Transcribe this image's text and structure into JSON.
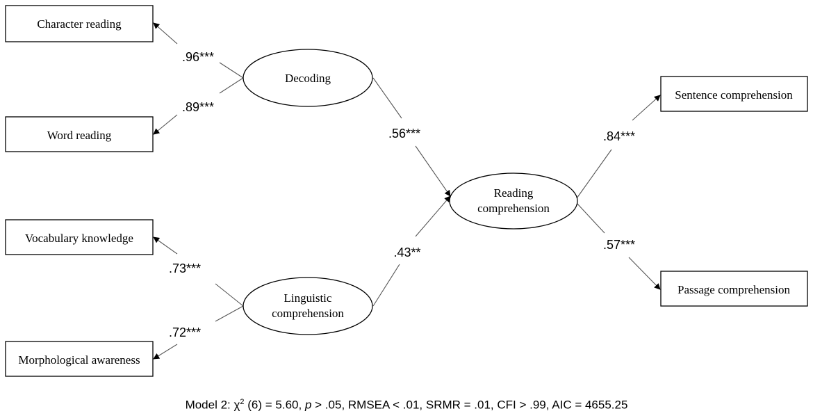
{
  "indicators": {
    "character_reading": "Character reading",
    "word_reading": "Word reading",
    "vocabulary_knowledge": "Vocabulary knowledge",
    "morphological_awareness": "Morphological awareness",
    "sentence_comprehension": "Sentence comprehension",
    "passage_comprehension": "Passage comprehension"
  },
  "latents": {
    "decoding": "Decoding",
    "linguistic_line1": "Linguistic",
    "linguistic_line2": "comprehension",
    "reading_line1": "Reading",
    "reading_line2": "comprehension"
  },
  "coefficients": {
    "decoding_character": ".96***",
    "decoding_word": ".89***",
    "linguistic_vocabulary": ".73***",
    "linguistic_morphological": ".72***",
    "decoding_reading": ".56***",
    "linguistic_reading": ".43**",
    "reading_sentence": ".84***",
    "reading_passage": ".57***"
  },
  "fit": {
    "prefix": "Model 2: χ",
    "sup": "2",
    "df": " (6) = 5.60, ",
    "p": "p",
    "rest": " > .05, RMSEA < .01, SRMR = .01, CFI > .99, AIC = 4655.25"
  }
}
